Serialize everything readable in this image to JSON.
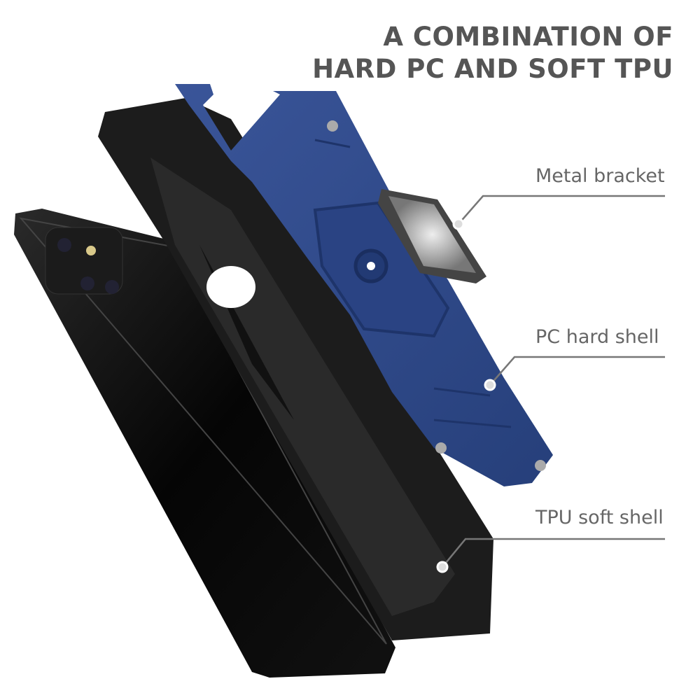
{
  "title": {
    "line1": "A COMBINATION OF",
    "line2": "HARD PC AND SOFT TPU"
  },
  "callouts": [
    {
      "label": "Metal bracket"
    },
    {
      "label": "PC hard shell"
    },
    {
      "label": "TPU soft shell"
    }
  ],
  "colors": {
    "shell_blue": "#2f4a8a",
    "tpu_black": "#1a1a1a",
    "text_gray": "#555555",
    "line_gray": "#777777"
  }
}
